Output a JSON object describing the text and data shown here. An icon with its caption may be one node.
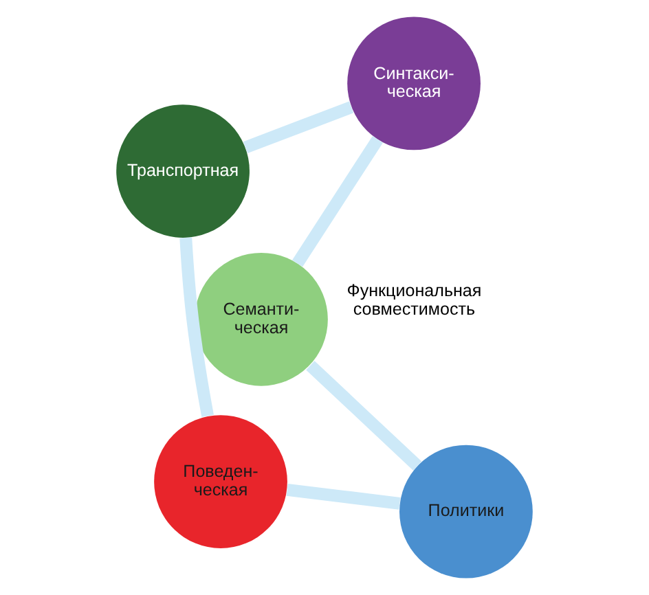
{
  "diagram": {
    "nodes": [
      {
        "text": [
          "Семанти- ческая"
        ]
      },
      {
        "text": [
          "Политики"
        ]
      },
      {
        "text": [
          "Поведен- ческая"
        ]
      },
      {
        "text": [
          "Транспортная"
        ]
      },
      {
        "text": [
          "Синтакси- ческая"
        ]
      }
    ],
    "edges": [
      {
        "from": 0,
        "to": 1,
        "arrow": "none"
      },
      {
        "from": 1,
        "to": 2,
        "arrow": "none"
      },
      {
        "from": 2,
        "to": 3,
        "arrow": "none"
      },
      {
        "from": 3,
        "to": 4,
        "arrow": "none"
      },
      {
        "from": 4,
        "to": 0,
        "arrow": "none"
      }
    ],
    "labels": [
      "Функциональная совместимость"
    ]
  }
}
